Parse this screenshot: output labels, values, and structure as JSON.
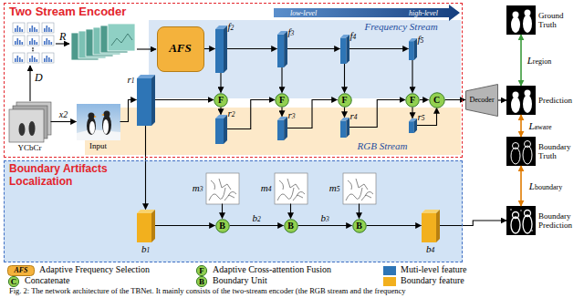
{
  "diagram": {
    "caption": "Fig. 2: The network architecture of the TBNet. It mainly consists of the two-stream encoder (the RGB stream and the frequency",
    "nodes": [
      {
        "text": [
          "Two Stream Encoder"
        ]
      },
      {
        "text": [
          "Frequency Stream"
        ],
        "in": 0
      },
      {
        "text": [
          "RGB Stream"
        ],
        "in": 0
      },
      {
        "text": [
          "AFS"
        ],
        "in": 1
      },
      {
        "text": [
          "f2"
        ],
        "in": 1
      },
      {
        "text": [
          "f3"
        ],
        "in": 1
      },
      {
        "text": [
          "f4"
        ],
        "in": 1
      },
      {
        "text": [
          "f5"
        ],
        "in": 1
      },
      {
        "text": [
          "YCbCr"
        ],
        "in": 0
      },
      {
        "text": [
          "Input"
        ],
        "in": 0
      },
      {
        "text": [
          "r1"
        ],
        "in": 0
      },
      {
        "text": [
          "r2"
        ],
        "in": 2
      },
      {
        "text": [
          "r3"
        ],
        "in": 2
      },
      {
        "text": [
          "r4"
        ],
        "in": 2
      },
      {
        "text": [
          "r5"
        ],
        "in": 2
      },
      {
        "text": [
          "F"
        ],
        "in": 0
      },
      {
        "text": [
          "F"
        ],
        "in": 0
      },
      {
        "text": [
          "F"
        ],
        "in": 0
      },
      {
        "text": [
          "F"
        ],
        "in": 0
      },
      {
        "text": [
          "C"
        ],
        "in": 0
      },
      {
        "text": [
          "Decoder"
        ]
      },
      {
        "text": [
          "Ground Truth"
        ]
      },
      {
        "text": [
          "Prediction"
        ]
      },
      {
        "text": [
          "Boundary Truth"
        ]
      },
      {
        "text": [
          "Boundary Prediction"
        ]
      },
      {
        "text": [
          "Boundary Artifacts Localization"
        ]
      },
      {
        "text": [
          "b1"
        ],
        "in": 25
      },
      {
        "text": [
          "m3"
        ],
        "in": 25
      },
      {
        "text": [
          "m4"
        ],
        "in": 25
      },
      {
        "text": [
          "m5"
        ],
        "in": 25
      },
      {
        "text": [
          "B"
        ],
        "in": 25
      },
      {
        "text": [
          "B"
        ],
        "in": 25
      },
      {
        "text": [
          "B"
        ],
        "in": 25
      },
      {
        "text": [
          "b4"
        ],
        "in": 25
      }
    ],
    "edges": [
      {
        "from": 8,
        "to": 9,
        "arrow": "to",
        "label": "x2"
      },
      {
        "from": 9,
        "to": 10,
        "arrow": "to"
      },
      {
        "from": 3,
        "to": 4,
        "arrow": "to"
      },
      {
        "from": 4,
        "to": 5,
        "arrow": "to"
      },
      {
        "from": 5,
        "to": 6,
        "arrow": "to"
      },
      {
        "from": 6,
        "to": 7,
        "arrow": "to"
      },
      {
        "from": 10,
        "to": 15,
        "arrow": "to"
      },
      {
        "from": 4,
        "to": 15,
        "arrow": "to"
      },
      {
        "from": 15,
        "to": 11,
        "arrow": "to"
      },
      {
        "from": 11,
        "to": 16,
        "arrow": "to"
      },
      {
        "from": 5,
        "to": 16,
        "arrow": "to"
      },
      {
        "from": 16,
        "to": 12,
        "arrow": "to"
      },
      {
        "from": 12,
        "to": 17,
        "arrow": "to"
      },
      {
        "from": 6,
        "to": 17,
        "arrow": "to"
      },
      {
        "from": 17,
        "to": 13,
        "arrow": "to"
      },
      {
        "from": 13,
        "to": 18,
        "arrow": "to"
      },
      {
        "from": 7,
        "to": 18,
        "arrow": "to"
      },
      {
        "from": 18,
        "to": 14,
        "arrow": "to"
      },
      {
        "from": 18,
        "to": 19,
        "arrow": "to"
      },
      {
        "from": 14,
        "to": 19,
        "arrow": "to"
      },
      {
        "from": 19,
        "to": 20,
        "arrow": "to"
      },
      {
        "from": 20,
        "to": 22,
        "arrow": "to"
      },
      {
        "from": 21,
        "to": 22,
        "arrow": "both",
        "label": "Lregion"
      },
      {
        "from": 23,
        "to": 22,
        "arrow": "both",
        "label": "Laware"
      },
      {
        "from": 23,
        "to": 24,
        "arrow": "both",
        "label": "Lboundary"
      },
      {
        "from": 10,
        "to": 26,
        "arrow": "to"
      },
      {
        "from": 26,
        "to": 30,
        "arrow": "to"
      },
      {
        "from": 27,
        "to": 30,
        "arrow": "to"
      },
      {
        "from": 30,
        "to": 31,
        "arrow": "to",
        "label": "b2"
      },
      {
        "from": 28,
        "to": 31,
        "arrow": "to"
      },
      {
        "from": 31,
        "to": 32,
        "arrow": "to",
        "label": "b3"
      },
      {
        "from": 29,
        "to": 32,
        "arrow": "to"
      },
      {
        "from": 32,
        "to": 33,
        "arrow": "to"
      },
      {
        "from": 33,
        "to": 24,
        "arrow": "to"
      }
    ],
    "labels": [
      "low-level",
      "high-level",
      "D",
      "R",
      "AFS",
      "F",
      "C",
      "B"
    ],
    "legend": [
      {
        "text": "Adaptive Frequency Selection"
      },
      {
        "text": "Adaptive Cross-attention Fusion"
      },
      {
        "text": "Muti-level feature",
        "color": "#2e75b6"
      },
      {
        "text": "Concatenate"
      },
      {
        "text": "Boundary Unit"
      },
      {
        "text": "Boundary feature",
        "color": "#f2b01e"
      }
    ]
  }
}
